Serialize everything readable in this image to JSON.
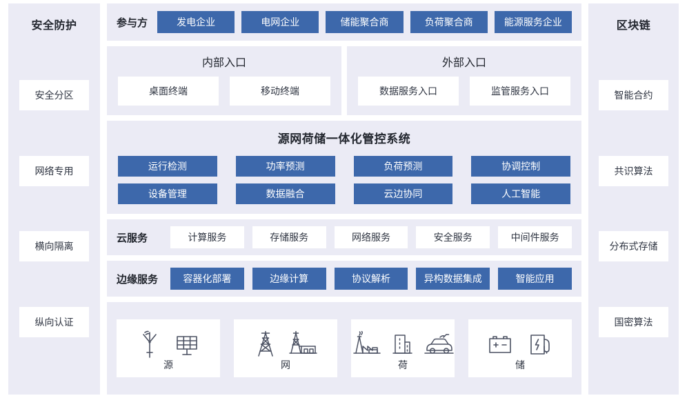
{
  "left_sidebar": {
    "title": "安全防护",
    "items": [
      {
        "label": "安全分区"
      },
      {
        "label": "网络专用"
      },
      {
        "label": "横向隔离"
      },
      {
        "label": "纵向认证"
      }
    ]
  },
  "right_sidebar": {
    "title": "区块链",
    "items": [
      {
        "label": "智能合约"
      },
      {
        "label": "共识算法"
      },
      {
        "label": "分布式存储"
      },
      {
        "label": "国密算法"
      }
    ]
  },
  "participants": {
    "label": "参与方",
    "items": [
      {
        "label": "发电企业"
      },
      {
        "label": "电网企业"
      },
      {
        "label": "储能聚合商"
      },
      {
        "label": "负荷聚合商"
      },
      {
        "label": "能源服务企业"
      }
    ]
  },
  "entrances": [
    {
      "title": "内部入口",
      "items": [
        {
          "label": "桌面终端"
        },
        {
          "label": "移动终端"
        }
      ]
    },
    {
      "title": "外部入口",
      "items": [
        {
          "label": "数据服务入口"
        },
        {
          "label": "监管服务入口"
        }
      ]
    }
  ],
  "system": {
    "title": "源网荷储一体化管控系统",
    "modules": [
      {
        "label": "运行检测"
      },
      {
        "label": "功率预测"
      },
      {
        "label": "负荷预测"
      },
      {
        "label": "协调控制"
      },
      {
        "label": "设备管理"
      },
      {
        "label": "数据融合"
      },
      {
        "label": "云边协同"
      },
      {
        "label": "人工智能"
      }
    ]
  },
  "cloud_service": {
    "label": "云服务",
    "items": [
      {
        "label": "计算服务"
      },
      {
        "label": "存储服务"
      },
      {
        "label": "网络服务"
      },
      {
        "label": "安全服务"
      },
      {
        "label": "中间件服务"
      }
    ]
  },
  "edge_service": {
    "label": "边缘服务",
    "items": [
      {
        "label": "容器化部署"
      },
      {
        "label": "边缘计算"
      },
      {
        "label": "协议解析"
      },
      {
        "label": "异构数据集成"
      },
      {
        "label": "智能应用"
      }
    ]
  },
  "domains": [
    {
      "label": "源",
      "icons": [
        "wind-turbine-icon",
        "solar-panel-icon"
      ]
    },
    {
      "label": "网",
      "icons": [
        "transmission-tower-icon",
        "substation-icon"
      ]
    },
    {
      "label": "荷",
      "icons": [
        "factory-icon",
        "building-icon",
        "electric-vehicle-icon"
      ]
    },
    {
      "label": "储",
      "icons": [
        "battery-icon",
        "charging-station-icon"
      ]
    }
  ],
  "colors": {
    "panel_bg": "#ebebf5",
    "accent_blue": "#3d68ab",
    "card_bg": "#ffffff",
    "text": "#2f3542"
  }
}
